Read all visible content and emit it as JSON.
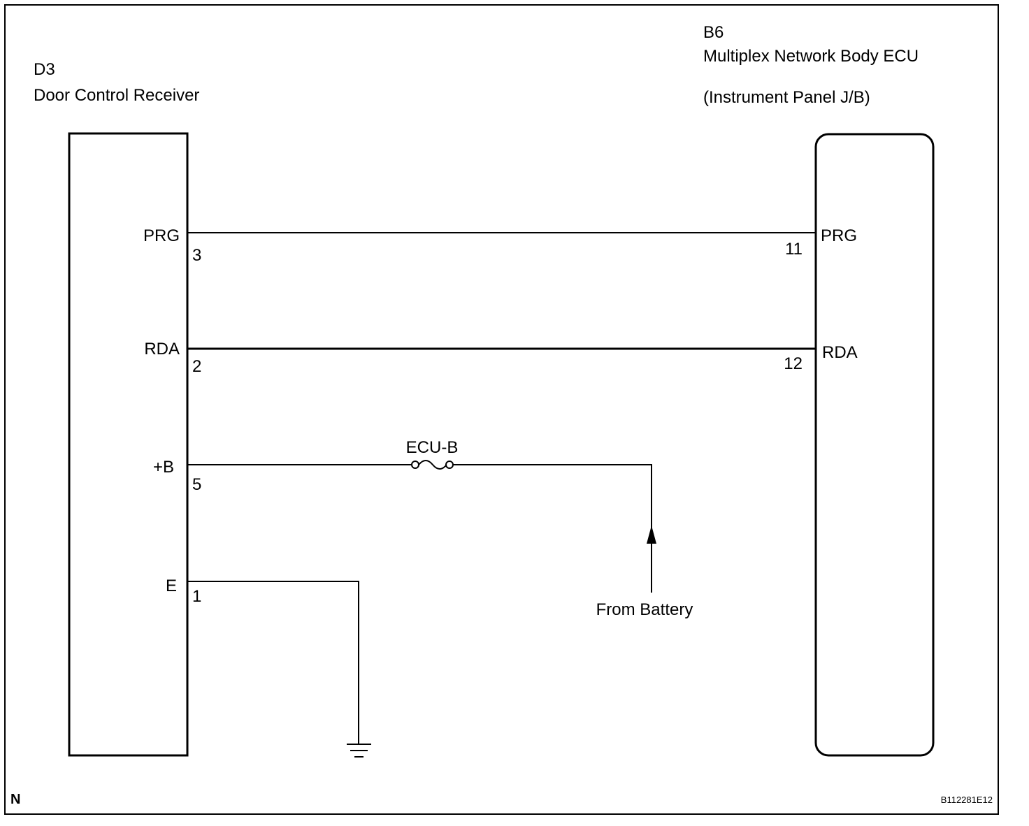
{
  "left_component": {
    "code": "D3",
    "name": "Door Control Receiver"
  },
  "right_component": {
    "code": "B6",
    "name": "Multiplex Network Body ECU",
    "location": "(Instrument Panel J/B)"
  },
  "wires": [
    {
      "left_terminal": "PRG",
      "left_pin": "3",
      "right_pin": "11",
      "right_terminal": "PRG"
    },
    {
      "left_terminal": "RDA",
      "left_pin": "2",
      "right_pin": "12",
      "right_terminal": "RDA"
    }
  ],
  "power": {
    "terminal": "+B",
    "pin": "5",
    "fuse": "ECU-B",
    "source": "From Battery"
  },
  "ground": {
    "terminal": "E",
    "pin": "1"
  },
  "corner_mark": "N",
  "figure_id": "B112281E12"
}
